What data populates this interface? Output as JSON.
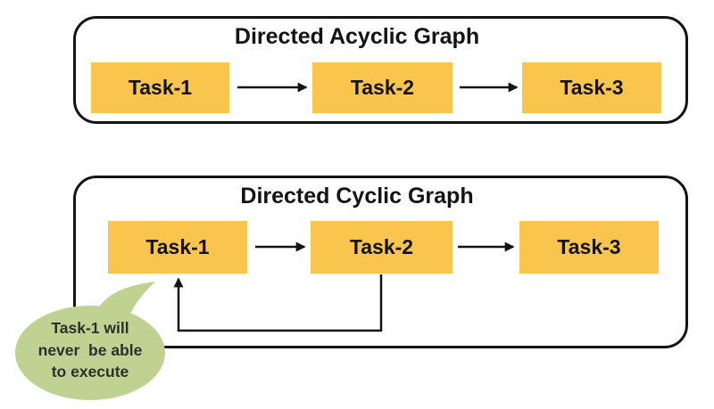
{
  "colors": {
    "background": "#FFFFFF",
    "box_fill": "#F9C54D",
    "bubble_fill": "#C0D291",
    "line_color": "#141414",
    "text_color": "#141414",
    "bubble_text_color": "#2E2E2E"
  },
  "acyclic_panel": {
    "title": "Directed Acyclic Graph",
    "tasks": [
      "Task-1",
      "Task-2",
      "Task-3"
    ]
  },
  "cyclic_panel": {
    "title": "Directed Cyclic Graph",
    "tasks": [
      "Task-1",
      "Task-2",
      "Task-3"
    ]
  },
  "callout": {
    "line1": "Task-1 will",
    "line2": "never  be able",
    "line3": "to execute"
  }
}
